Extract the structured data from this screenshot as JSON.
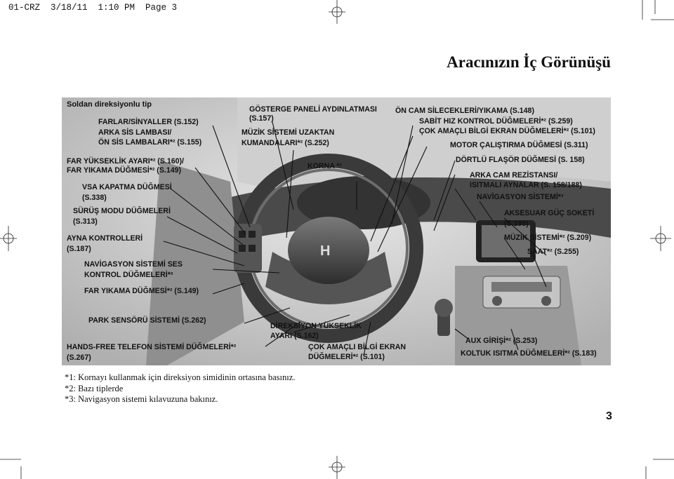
{
  "print_header": "01-CRZ  3/18/11  1:10 PM  Page 3",
  "page_title": "Aracınızın İç Görünüşü",
  "page_number": "3",
  "section_title": "Soldan direksiyonlu tip",
  "labels_left": [
    {
      "id": "signals",
      "lines": [
        "FARLAR/SİNYALLER (S.152)",
        "ARKA SİS LAMBASI/",
        "ÖN SİS LAMBALARI*² (S.155)"
      ]
    },
    {
      "id": "beam",
      "lines": [
        "FAR YÜKSEKLİK AYARI*² (S.160)/",
        "FAR YIKAMA DÜĞMESİ*² (S.149)"
      ]
    },
    {
      "id": "vsa",
      "lines": [
        "VSA KAPATMA DÜĞMESİ",
        "(S.338)"
      ]
    },
    {
      "id": "drive",
      "lines": [
        "SÜRÜŞ MODU DÜĞMELERİ",
        "(S.313)"
      ]
    },
    {
      "id": "mirror",
      "lines": [
        "AYNA KONTROLLERİ",
        "(S.187)"
      ]
    },
    {
      "id": "navvoice",
      "lines": [
        "NAVİGASYON SİSTEMİ SES",
        "KONTROL DÜĞMELERİ*³"
      ]
    },
    {
      "id": "washer",
      "lines": [
        "FAR YIKAMA DÜĞMESİ*² (S.149)"
      ]
    }
  ],
  "labels_top": [
    {
      "id": "dimmer",
      "lines": [
        "GÖSTERGE PANELİ AYDINLATMASI",
        "(S.157)"
      ]
    },
    {
      "id": "remote",
      "lines": [
        "MÜZİK SİSTEMİ UZAKTAN",
        "KUMANDALARI*² (S.252)"
      ]
    },
    {
      "id": "horn",
      "lines": [
        "KORNA *¹"
      ]
    }
  ],
  "labels_right": [
    {
      "id": "wipers",
      "lines": [
        "ÖN CAM SİLECEKLERİ/YIKAMA (S.148)"
      ]
    },
    {
      "id": "cruise",
      "lines": [
        "SABİT HIZ KONTROL DÜĞMELERİ*² (S.259)"
      ]
    },
    {
      "id": "mid",
      "lines": [
        "ÇOK AMAÇLI BİLGİ EKRAN DÜĞMELERİ*² (S.101)"
      ]
    },
    {
      "id": "engine",
      "lines": [
        "MOTOR ÇALIŞTIRMA DÜĞMESİ (S.311)"
      ]
    },
    {
      "id": "hazard",
      "lines": [
        "DÖRTLÜ FLAŞÖR DÜĞMESİ (S. 158)"
      ]
    },
    {
      "id": "defrost",
      "lines": [
        "ARKA CAM REZİSTANSI/",
        "ISITMALI AYNALAR (S. 158/188)"
      ]
    },
    {
      "id": "nav",
      "lines": [
        "NAVİGASYON SİSTEMİ*³"
      ]
    },
    {
      "id": "accessory",
      "lines": [
        "AKSESUAR GÜÇ SOKETİ",
        "(S.195)"
      ]
    },
    {
      "id": "audio",
      "lines": [
        "MÜZİK SİSTEMİ*² (S.209)"
      ]
    },
    {
      "id": "clock",
      "lines": [
        "SAAT*² (S.255)"
      ]
    }
  ],
  "labels_bottom": [
    {
      "id": "parking",
      "lines": [
        "PARK SENSÖRÜ SİSTEMİ (S.262)"
      ]
    },
    {
      "id": "handsfree",
      "lines": [
        "HANDS-FREE TELEFON SİSTEMİ DÜĞMELERİ*²",
        "(S.267)"
      ]
    },
    {
      "id": "tilt",
      "lines": [
        "DİREKSİYON YÜKSEKLİK",
        "AYARI (S.162)"
      ]
    },
    {
      "id": "midbtn",
      "lines": [
        "ÇOK AMAÇLI BİLGİ EKRAN",
        "DÜĞMELERİ*² (S.101)"
      ]
    },
    {
      "id": "aux",
      "lines": [
        "AUX GİRİŞİ*² (S.253)"
      ]
    },
    {
      "id": "seatheat",
      "lines": [
        "KOLTUK ISITMA DÜĞMELERİ*² (S.183)"
      ]
    }
  ],
  "footnotes": [
    "*1: Kornayı kullanmak için direksiyon simidinin ortasına basınız.",
    "*2: Bazı tiplerde",
    "*3: Navigasyon sistemi kılavuzuna bakınız."
  ]
}
